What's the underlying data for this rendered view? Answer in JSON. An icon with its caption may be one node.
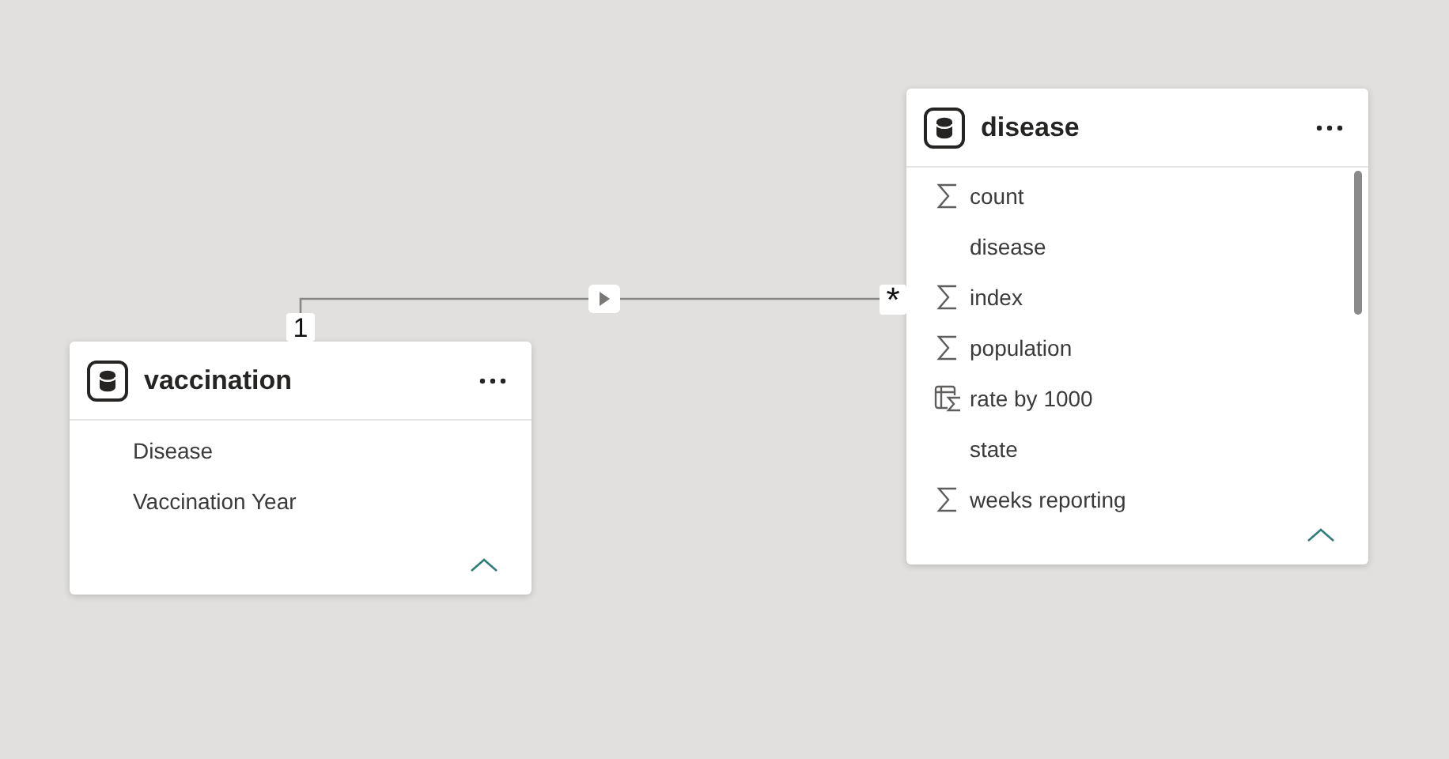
{
  "diagram": {
    "nodes": [
      {
        "text": [
          "vaccination",
          "Disease",
          "Vaccination Year"
        ]
      },
      {
        "text": [
          "disease",
          "count",
          "disease",
          "index",
          "population",
          "rate by 1000",
          "state",
          "weeks reporting"
        ]
      }
    ],
    "edges": [
      {
        "from": 0,
        "to": 1,
        "arrow": "to"
      }
    ],
    "labels": [
      "1",
      "*"
    ]
  }
}
